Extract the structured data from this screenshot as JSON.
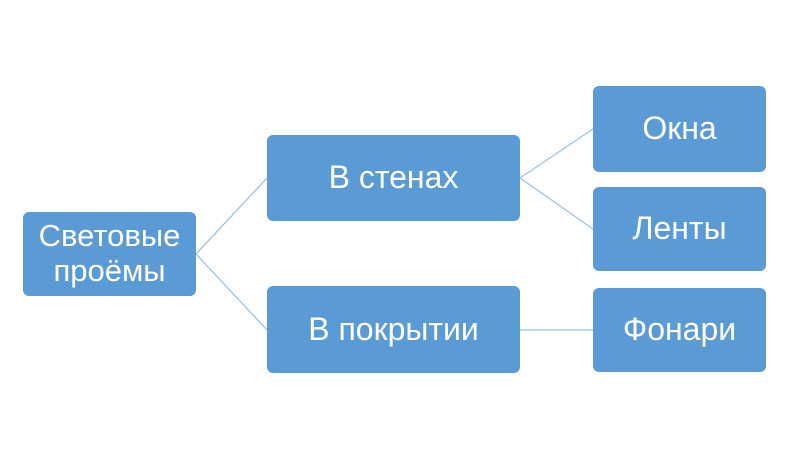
{
  "diagram": {
    "root": {
      "label_line1": "Световые",
      "label_line2": "проёмы"
    },
    "branches": [
      {
        "label": "В стенах",
        "children": [
          "Окна",
          "Ленты"
        ]
      },
      {
        "label": "В покрытии",
        "children": [
          "Фонари"
        ]
      }
    ]
  },
  "colors": {
    "box_fill": "#5b9bd5",
    "box_text": "#ffffff",
    "connector": "#9dc3e6"
  }
}
